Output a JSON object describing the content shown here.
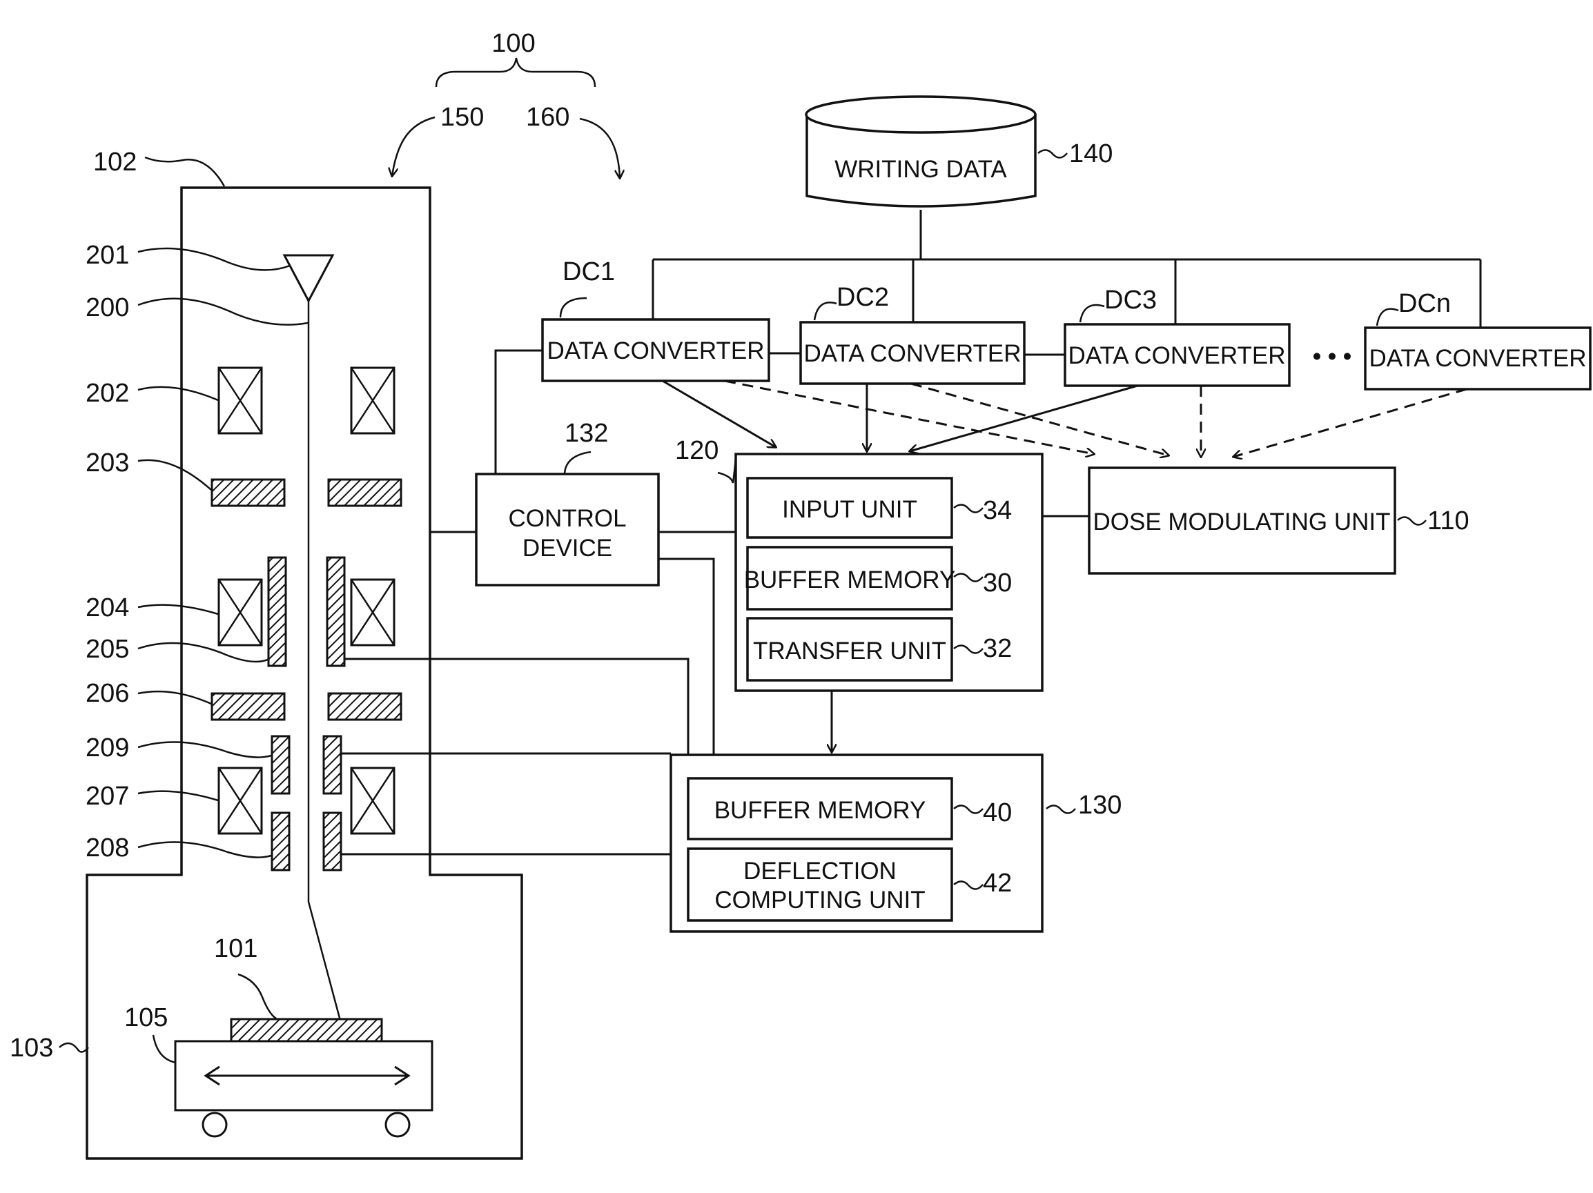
{
  "references": {
    "system": "100",
    "writing_unit": "150",
    "control_unit": "160",
    "column": "102",
    "chamber": "103",
    "gun": "201",
    "beam": "200",
    "lens_202": "202",
    "aperture_203": "203",
    "lens_204": "204",
    "deflector_205": "205",
    "aperture_206": "206",
    "deflector_209": "209",
    "lens_207": "207",
    "deflector_208": "208",
    "target": "101",
    "stage": "105",
    "storage": "140",
    "control_device": "132",
    "processing_unit": "120",
    "dose_unit": "110",
    "deflection_unit": "130",
    "input_unit": "34",
    "buffer_1": "30",
    "transfer_unit": "32",
    "buffer_2": "40",
    "deflection_computing": "42"
  },
  "labels": {
    "writing_data": "WRITING DATA",
    "dc1": "DC1",
    "dc2": "DC2",
    "dc3": "DC3",
    "dcn": "DCn",
    "data_converter": "DATA CONVERTER",
    "ellipsis": "• • •",
    "control_device_line1": "CONTROL",
    "control_device_line2": "DEVICE",
    "input_unit": "INPUT UNIT",
    "buffer_memory": "BUFFER MEMORY",
    "transfer_unit": "TRANSFER UNIT",
    "dose_modulating_unit": "DOSE MODULATING UNIT",
    "deflection_line1": "DEFLECTION",
    "deflection_line2": "COMPUTING UNIT"
  }
}
